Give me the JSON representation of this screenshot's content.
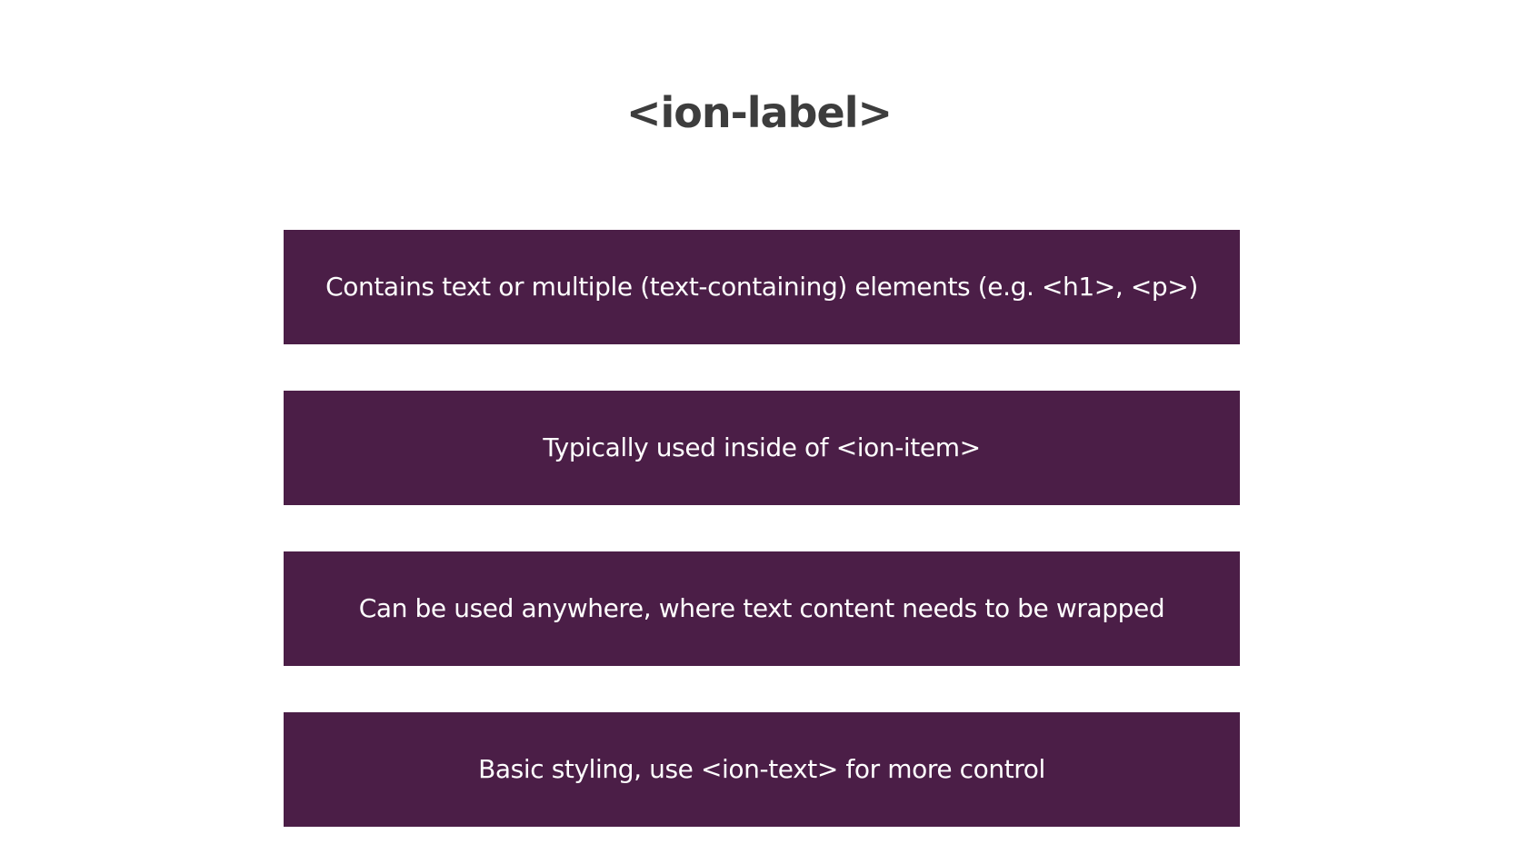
{
  "slide": {
    "title": "<ion-label>",
    "points": [
      "Contains text or multiple (text-containing) elements (e.g. <h1>, <p>)",
      "Typically used inside of <ion-item>",
      "Can be used anywhere, where text content needs to be wrapped",
      "Basic styling, use <ion-text> for more control"
    ]
  },
  "colors": {
    "box_background": "#4b1e47",
    "box_text": "#ffffff",
    "title_text": "#3d3d3d"
  }
}
